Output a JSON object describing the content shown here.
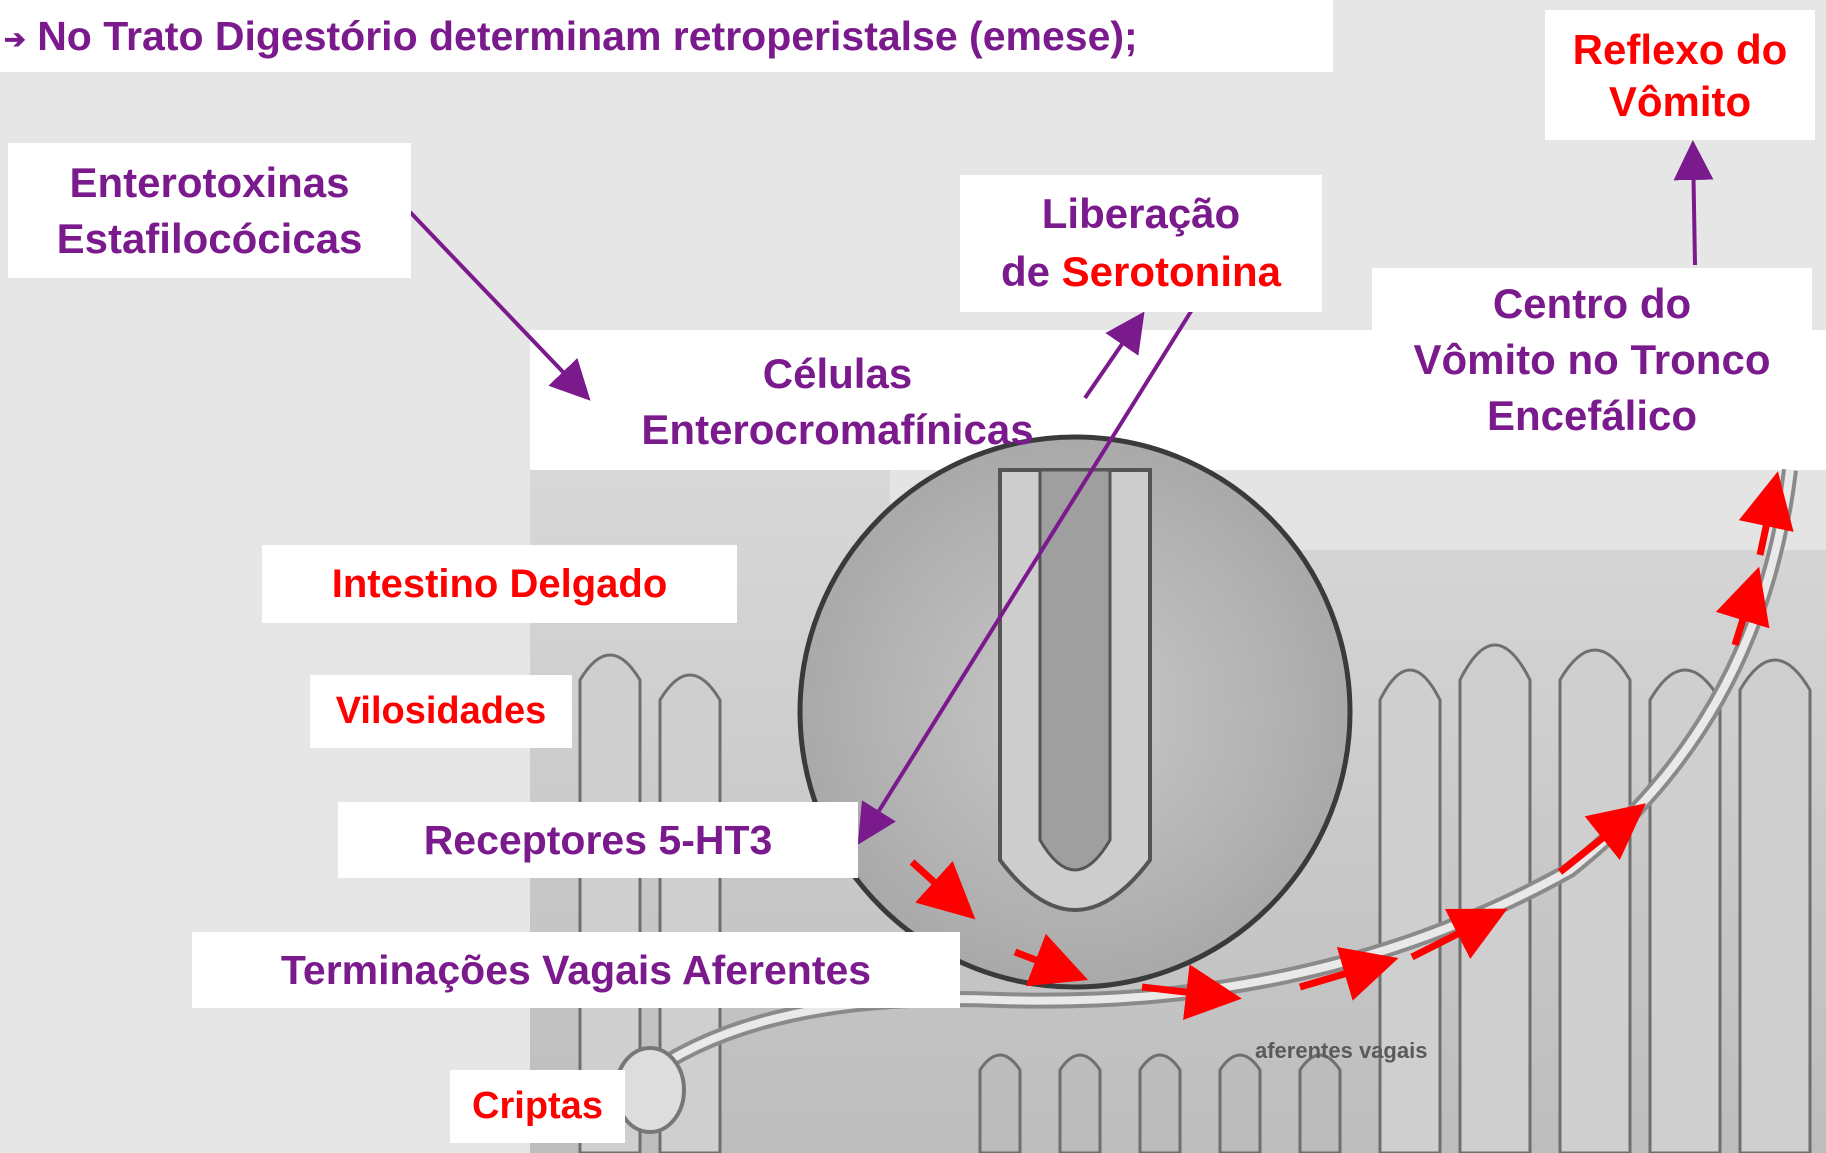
{
  "header": {
    "arrow_glyph": "➔",
    "text": "No Trato Digestório determinam retroperistalse (emese);"
  },
  "labels": {
    "reflexo_line1": "Reflexo do",
    "reflexo_line2": "Vômito",
    "enterotoxinas_line1": "Enterotoxinas",
    "enterotoxinas_line2": "Estafilocócicas",
    "liberacao_line1": "Liberação",
    "liberacao_line2_prefix": "de ",
    "liberacao_line2_highlight": "Serotonina",
    "centro_line1": "Centro do",
    "centro_line2": "Vômito no Tronco",
    "centro_line3": "Encefálico",
    "celulas_line1": "Células",
    "celulas_line2": "Enterocromafínicas",
    "intestino": "Intestino Delgado",
    "vilosidades": "Vilosidades",
    "receptores": "Receptores 5-HT3",
    "terminacoes": "Terminações Vagais Aferentes",
    "criptas": "Criptas"
  },
  "illustration": {
    "caption": "aferentes vagais"
  },
  "colors": {
    "purple": "#7a1a8c",
    "red": "#ff0000",
    "background": "#e6e6e6"
  }
}
